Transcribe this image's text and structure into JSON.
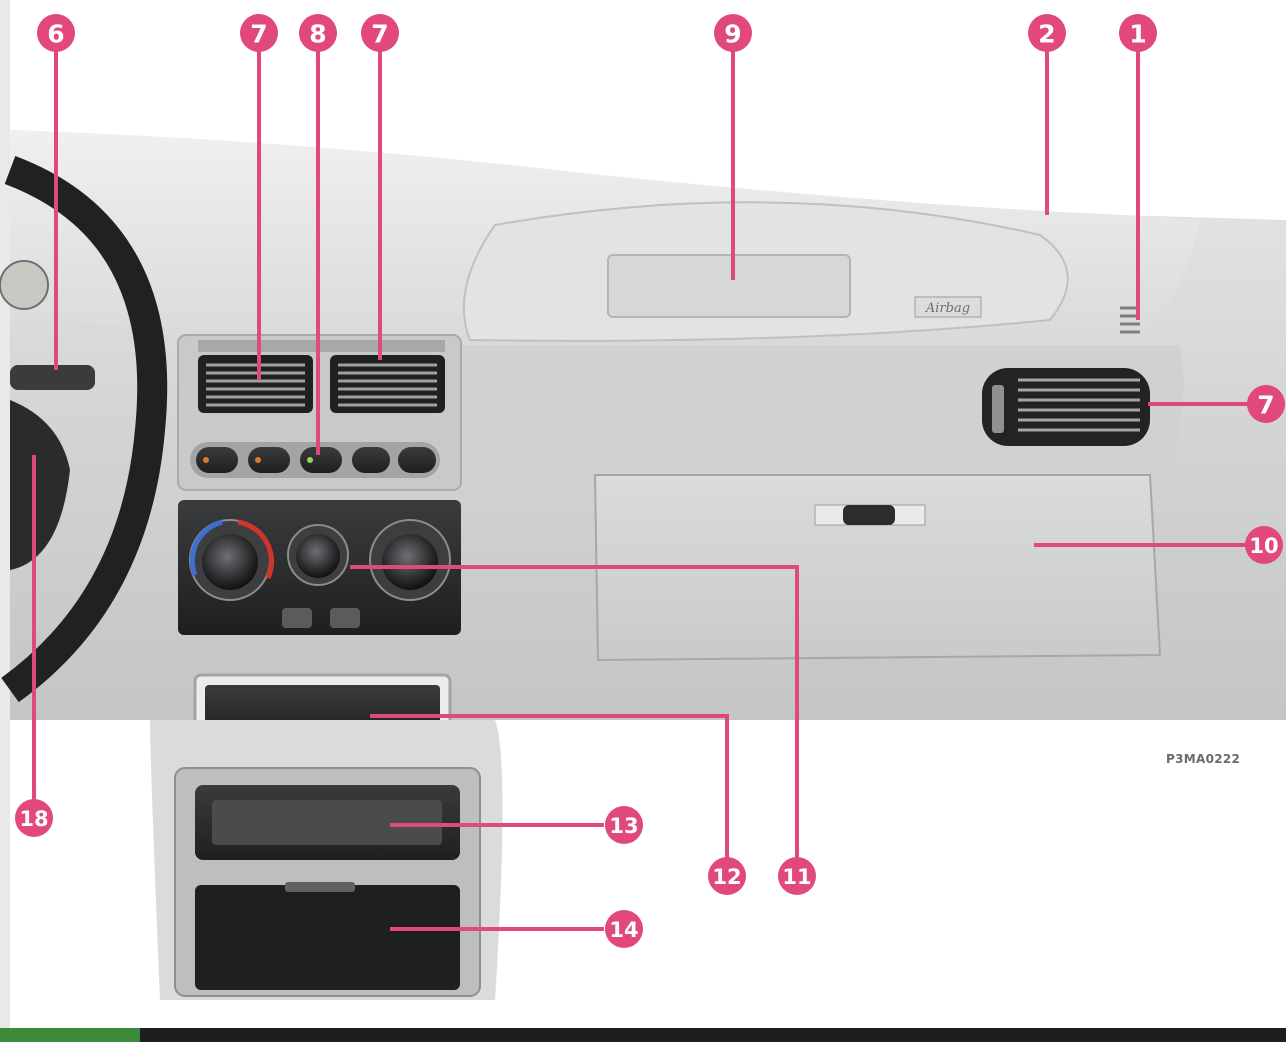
{
  "figure": {
    "reference_code": "P3MA0222",
    "airbag_emblem_text": "Airbag",
    "callout_color": "#e0497a",
    "dashboard_color": "#cfd0d1"
  },
  "callouts": [
    {
      "id": "c6",
      "number": "6"
    },
    {
      "id": "c7a",
      "number": "7"
    },
    {
      "id": "c8",
      "number": "8"
    },
    {
      "id": "c7b",
      "number": "7"
    },
    {
      "id": "c9",
      "number": "9"
    },
    {
      "id": "c2",
      "number": "2"
    },
    {
      "id": "c1",
      "number": "1"
    },
    {
      "id": "c7c",
      "number": "7"
    },
    {
      "id": "c10",
      "number": "10"
    },
    {
      "id": "c11",
      "number": "11"
    },
    {
      "id": "c12",
      "number": "12"
    },
    {
      "id": "c13",
      "number": "13"
    },
    {
      "id": "c14",
      "number": "14"
    },
    {
      "id": "c18",
      "number": "18"
    }
  ]
}
